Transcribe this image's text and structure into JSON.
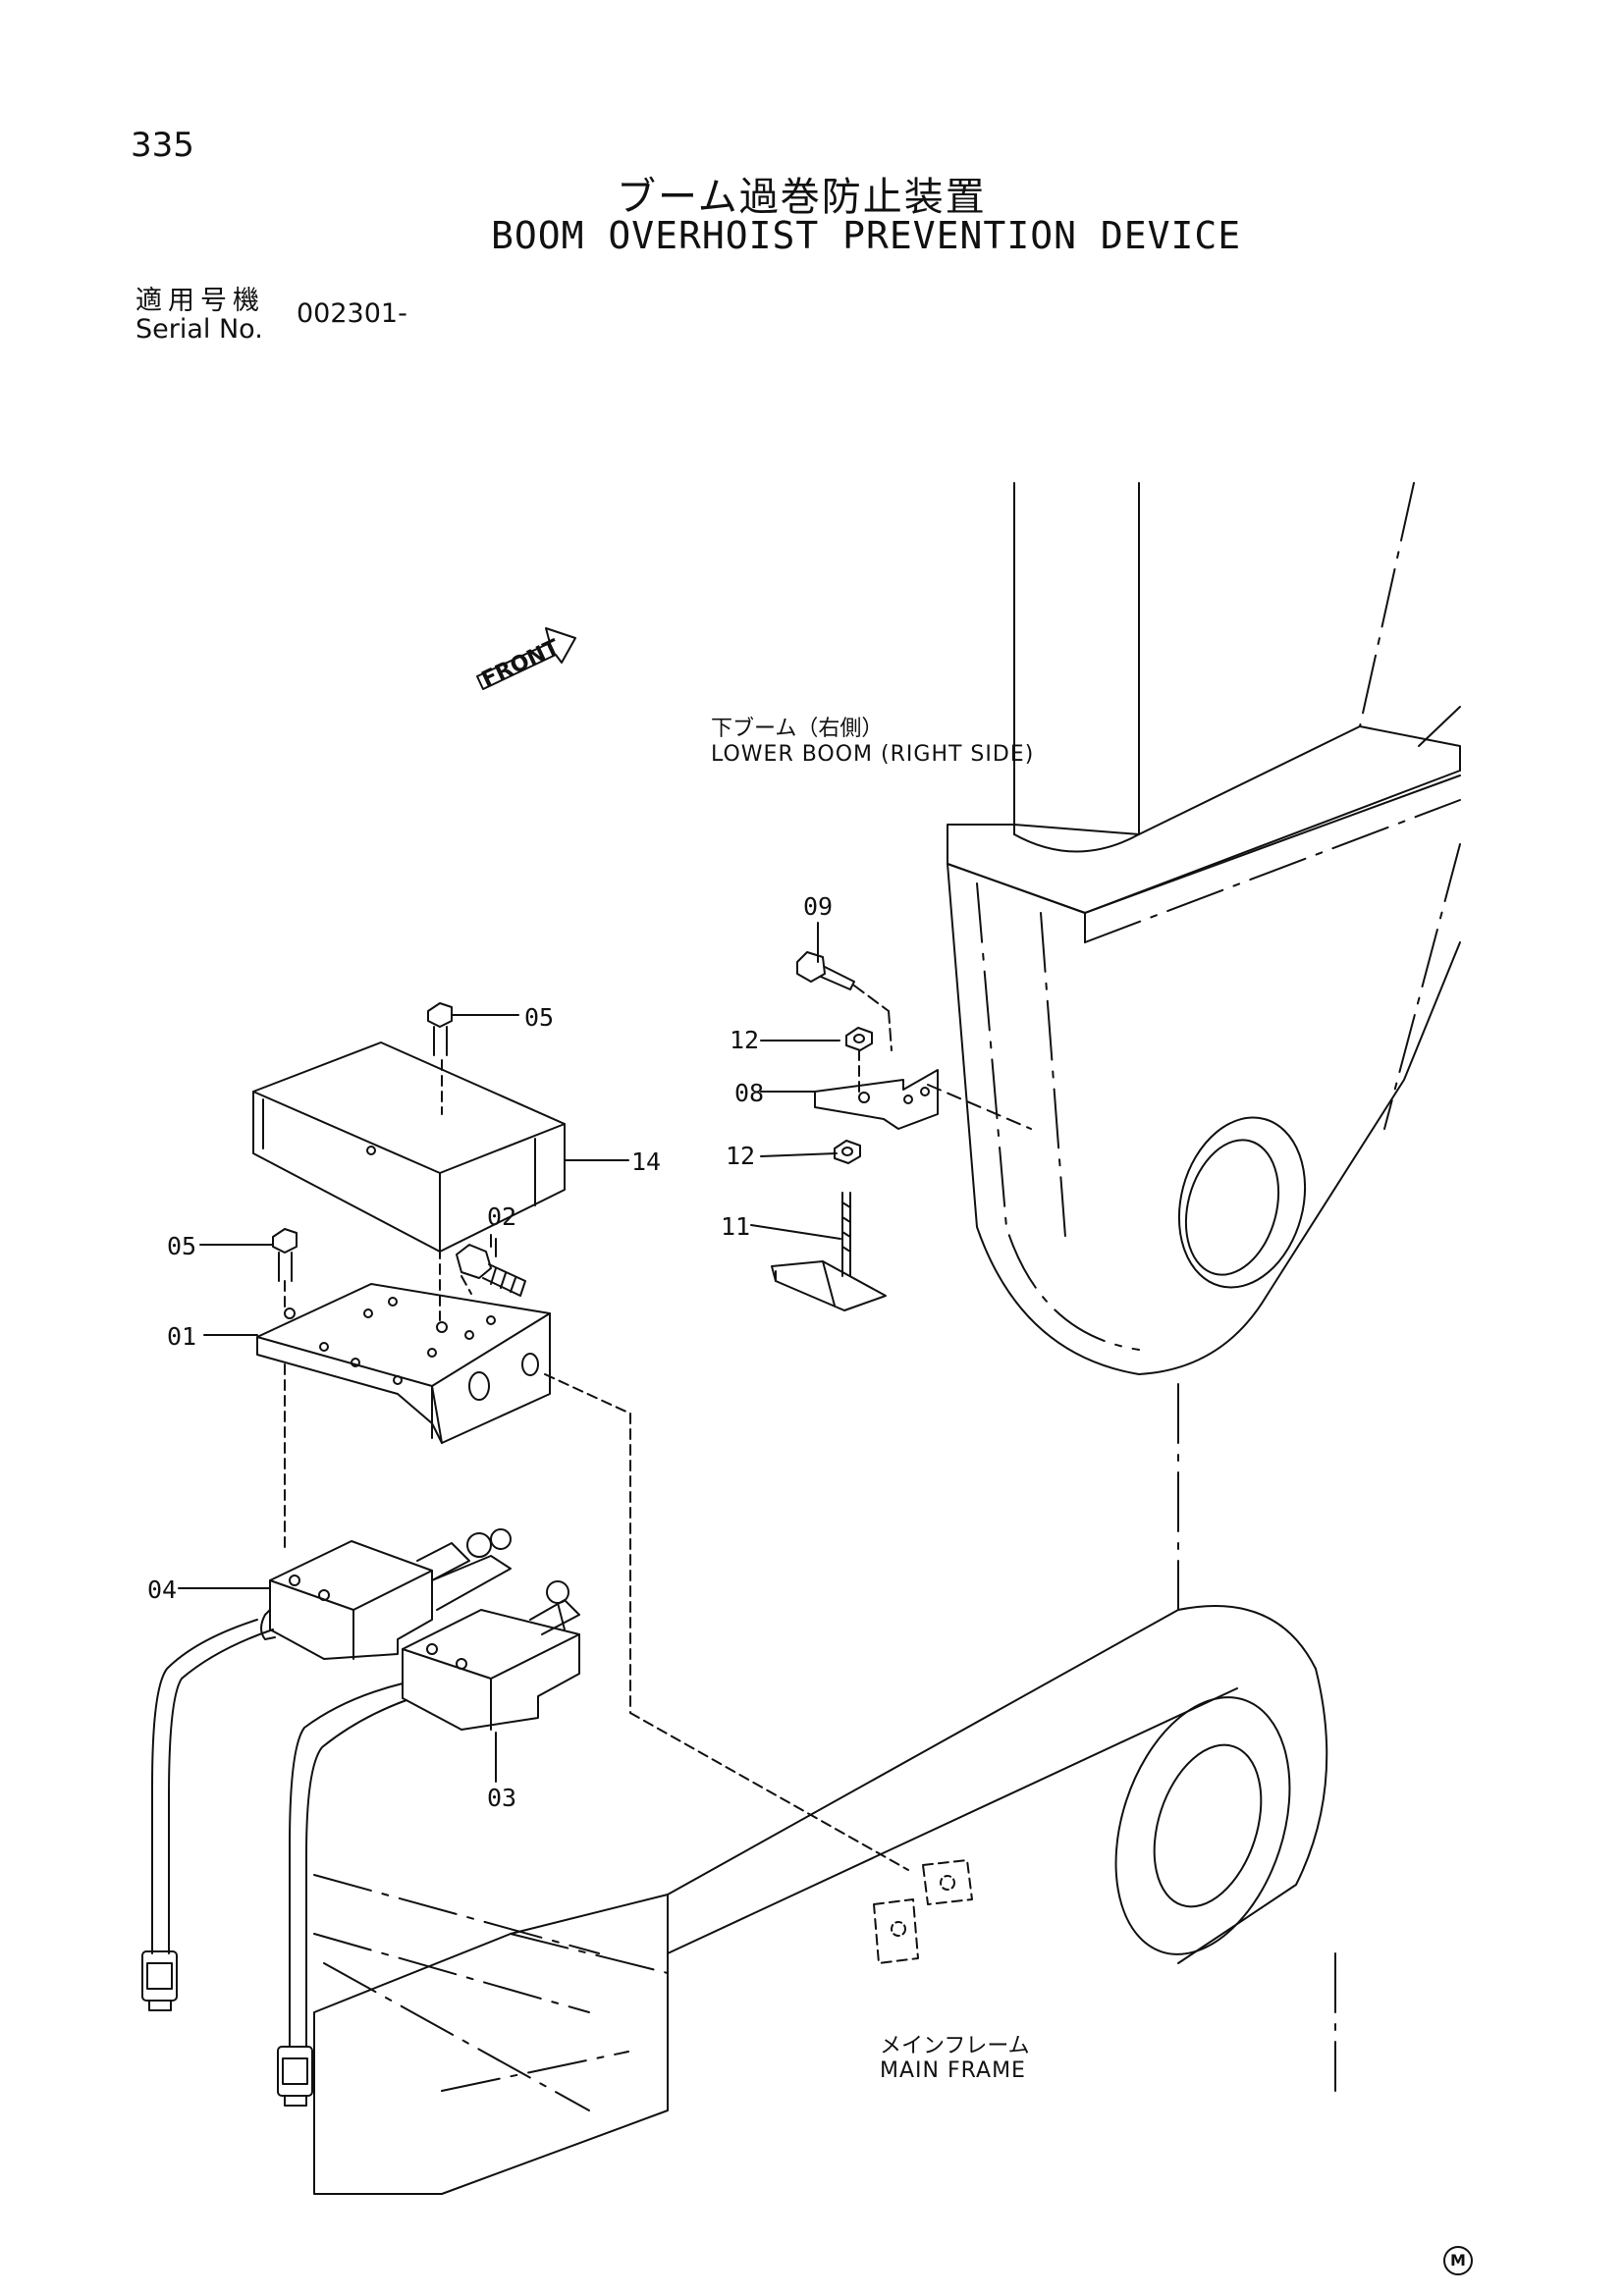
{
  "header": {
    "page_number": "335",
    "title_jp": "ブーム過巻防止装置",
    "title_en": "BOOM OVERHOIST PREVENTION DEVICE"
  },
  "serial": {
    "label_jp": "適用号機",
    "label_en": "Serial No.",
    "value": "002301-"
  },
  "diagram": {
    "front_marker": "FRONT",
    "lower_boom_label_jp": "下ブーム（右側）",
    "lower_boom_label_en": "LOWER BOOM (RIGHT SIDE)",
    "main_frame_label_jp": "メインフレーム",
    "main_frame_label_en": "MAIN FRAME",
    "part_numbers": {
      "p01": "01",
      "p02": "02",
      "p03": "03",
      "p04": "04",
      "p05a": "05",
      "p05b": "05",
      "p08": "08",
      "p09": "09",
      "p11": "11",
      "p12a": "12",
      "p12b": "12",
      "p14": "14"
    }
  },
  "footer": {
    "mark": "M"
  }
}
